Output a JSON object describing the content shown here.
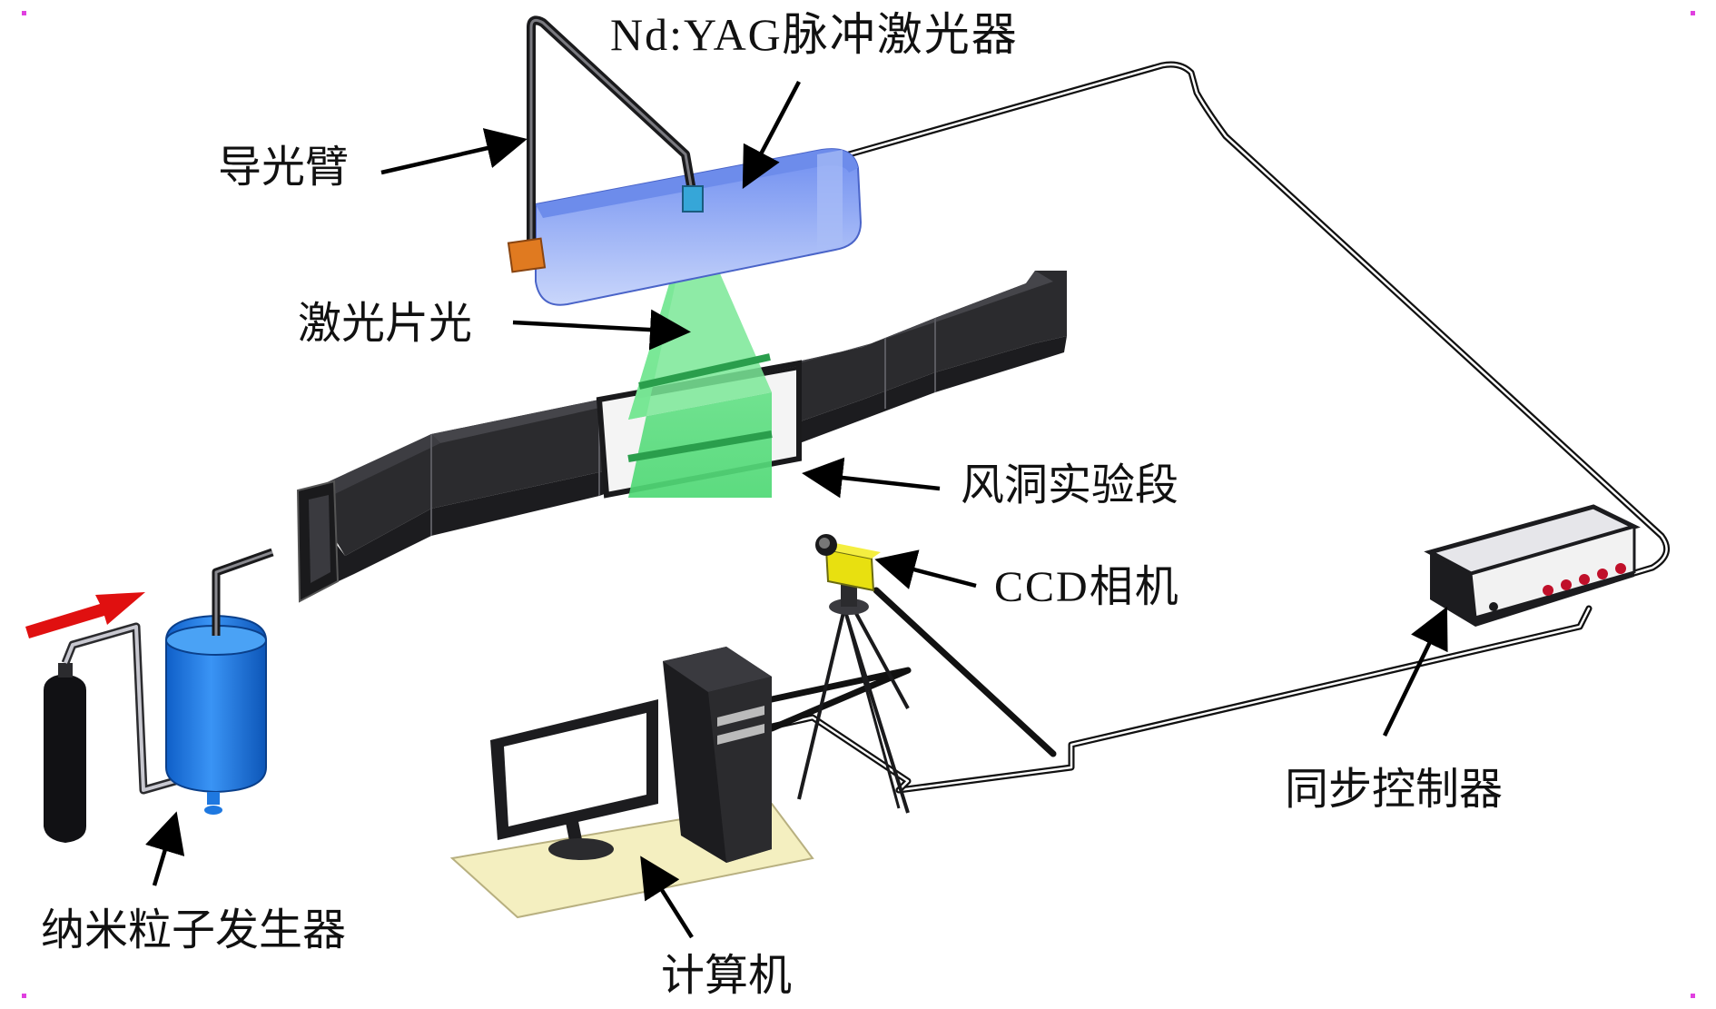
{
  "labels": {
    "laser": "Nd:YAG脉冲激光器",
    "light_guide_arm": "导光臂",
    "light_sheet": "激光片光",
    "test_section": "风洞实验段",
    "ccd_camera": "CCD相机",
    "sync_controller": "同步控制器",
    "computer": "计算机",
    "particle_generator": "纳米粒子发生器"
  },
  "colors": {
    "laser_body": "#8fa8f0",
    "light_sheet": "#6fe08c",
    "tunnel": "#2b2b2e",
    "tank": "#1e78e0",
    "camera": "#e8e010",
    "flow_arrow": "#e01010",
    "corner_marks": "#e040e0"
  }
}
